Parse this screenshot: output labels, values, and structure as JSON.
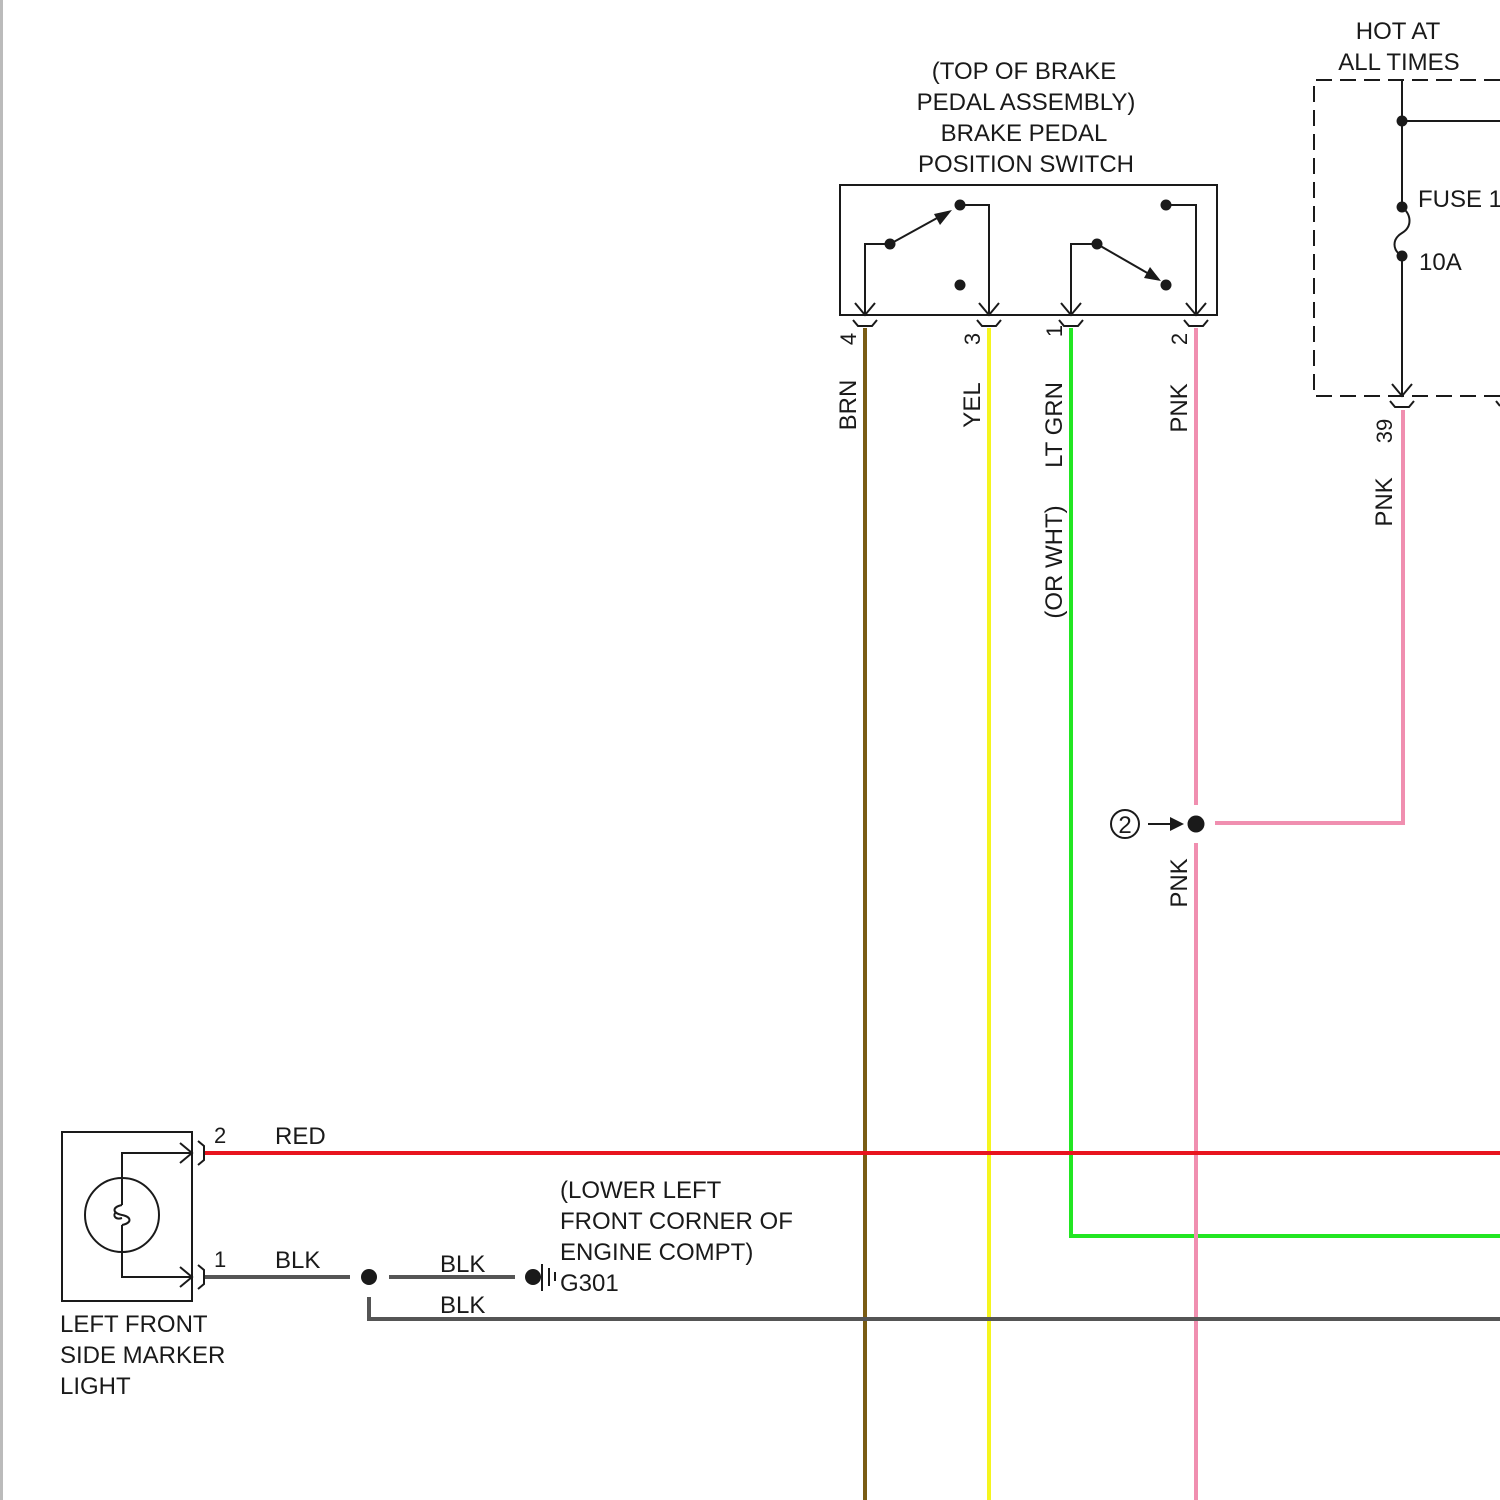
{
  "switch": {
    "title_lines": [
      "(TOP OF BRAKE",
      "PEDAL ASSEMBLY)",
      "BRAKE PEDAL",
      "POSITION SWITCH"
    ],
    "pins": [
      "4",
      "3",
      "1",
      "2"
    ]
  },
  "fuse_block": {
    "title_lines": [
      "HOT AT",
      "ALL TIMES"
    ],
    "fuse_label": "FUSE 1",
    "fuse_rating": "10A",
    "pin": "39"
  },
  "wires": {
    "brn": "BRN",
    "yel": "YEL",
    "lt_grn": "LT GRN",
    "or_wht": "(OR WHT)",
    "pnk_switch": "PNK",
    "pnk_fuse": "PNK",
    "pnk_lower": "PNK",
    "red": "RED",
    "blk_1": "BLK",
    "blk_2": "BLK",
    "blk_3": "BLK"
  },
  "splice": {
    "label": "2"
  },
  "ground": {
    "location_lines": [
      "(LOWER LEFT",
      "FRONT CORNER OF",
      "ENGINE COMPT)"
    ],
    "name": "G301"
  },
  "marker_light": {
    "title_lines": [
      "LEFT FRONT",
      "SIDE MARKER",
      "LIGHT"
    ],
    "pins": [
      "2",
      "1"
    ]
  },
  "colors": {
    "brn": "#7a5c14",
    "yel": "#f5f51e",
    "lt_grn": "#22e622",
    "pnk": "#f08fb0",
    "red": "#e8141e",
    "blk": "#555555",
    "line": "#1a1a1a"
  }
}
